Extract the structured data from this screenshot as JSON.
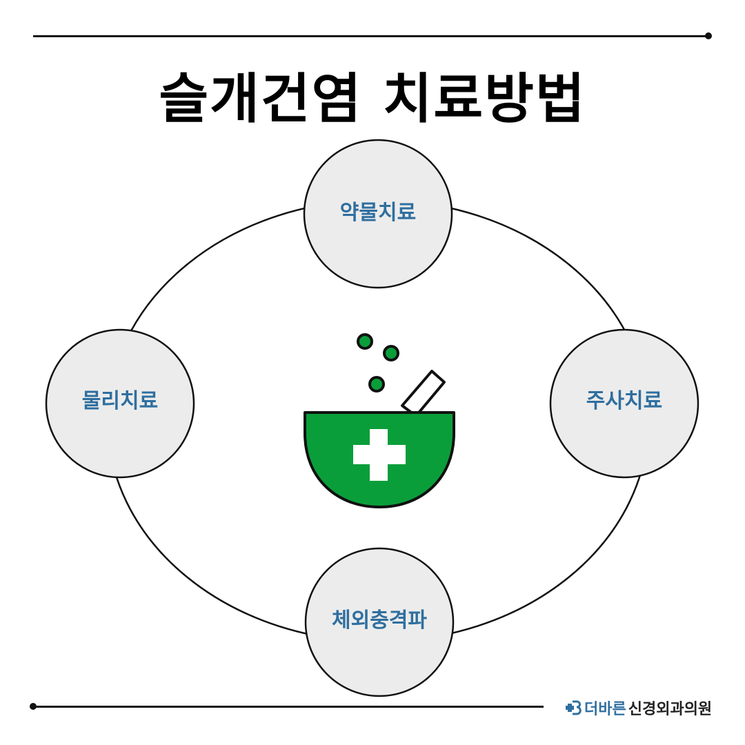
{
  "title": "슬개건염 치료방법",
  "nodes": {
    "top": "약물치료",
    "left": "물리치료",
    "right": "주사치료",
    "bottom": "체외충격파"
  },
  "center_icon": "mortar-pestle-medical-icon",
  "brand": {
    "logo_icon": "cross-b-logo-icon",
    "name_part1": "더바른",
    "name_part2": "신경외과의원"
  },
  "colors": {
    "node_fill": "#ececec",
    "node_text": "#2f6f9f",
    "bowl_green": "#0a9e3a",
    "brand_blue": "#2f6f9f"
  }
}
